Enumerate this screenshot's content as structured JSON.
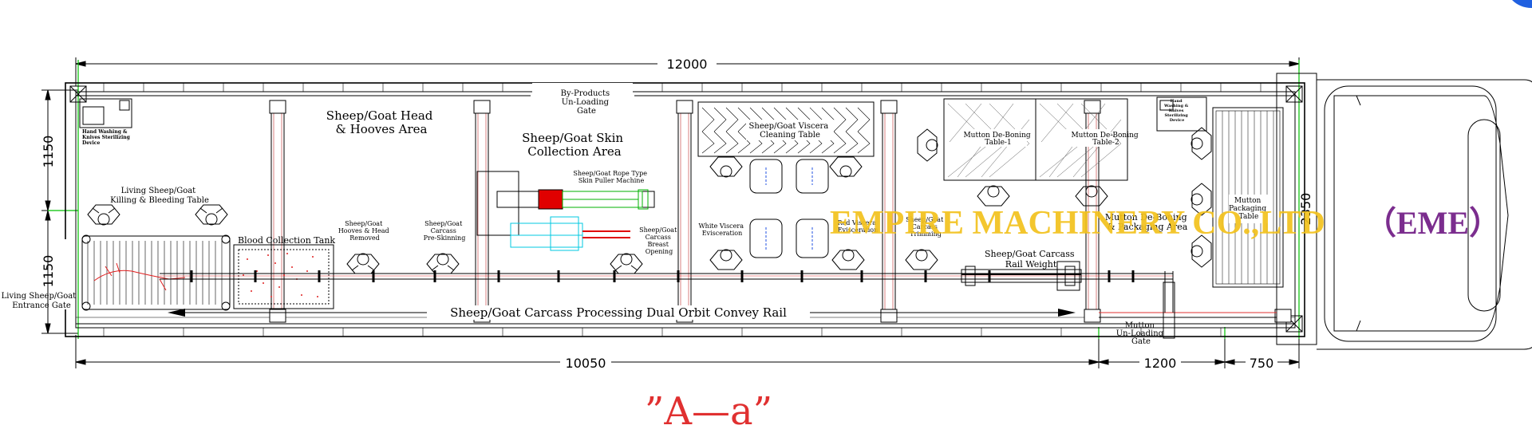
{
  "dimensions": {
    "top": "12000",
    "bottom_main": "10050",
    "bottom_mid": "1200",
    "bottom_right": "750",
    "left_upper": "1150",
    "left_lower": "1150",
    "right_side": "2350"
  },
  "areas": {
    "head_hooves_1": "Sheep/Goat Head",
    "head_hooves_2": "& Hooves Area",
    "skin_1": "Sheep/Goat Skin",
    "skin_2": "Collection Area",
    "byproducts_1": "By-Products",
    "byproducts_2": "Un-Loading",
    "byproducts_3": "Gate",
    "viscera_table_1": "Sheep/Goat Viscera",
    "viscera_table_2": "Cleaning Table",
    "deboning1_1": "Mutton De-Boning",
    "deboning1_2": "Table-1",
    "deboning2_1": "Mutton De-Boning",
    "deboning2_2": "Table-2",
    "sterilize_left_1": "Hand Washing &",
    "sterilize_left_2": "Knives Sterilizing",
    "sterilize_left_3": "Device",
    "sterilize_right_1": "Hand",
    "sterilize_right_2": "Washing &",
    "sterilize_right_3": "Knives",
    "sterilize_right_4": "Sterilizing",
    "sterilize_right_5": "Device",
    "packaging_table_1": "Mutton",
    "packaging_table_2": "Packaging",
    "packaging_table_3": "Table",
    "killing_1": "Living Sheep/Goat",
    "killing_2": "Killing & Bleeding Table",
    "blood_tank": "Blood Collection Tank",
    "hooves_removed_1": "Sheep/Goat",
    "hooves_removed_2": "Hooves & Head",
    "hooves_removed_3": "Removed",
    "preskinning_1": "Sheep/Goat",
    "preskinning_2": "Carcass",
    "preskinning_3": "Pre-Skinning",
    "skin_puller_1": "Sheep/Goat Rope Type",
    "skin_puller_2": "Skin Puller Machine",
    "breast_1": "Sheep/Goat",
    "breast_2": "Carcass",
    "breast_3": "Breast",
    "breast_4": "Opening",
    "white_viscera_1": "White Viscera",
    "white_viscera_2": "Evisceration",
    "red_viscera_1": "Red Viscera",
    "red_viscera_2": "Evisceration",
    "trimming_1": "Sheep/Goat",
    "trimming_2": "Carcass",
    "trimming_3": "Trimming",
    "rail_weight_1": "Sheep/Goat Carcass",
    "rail_weight_2": "Rail Weight",
    "packaging_area_1": "Mutton De-Boning",
    "packaging_area_2": "& Packaging Area",
    "entrance_1": "Living Sheep/Goat",
    "entrance_2": "Entrance Gate",
    "unloading_1": "Mutton",
    "unloading_2": "Un-Loading",
    "unloading_3": "Gate",
    "conveyor": "Sheep/Goat Carcass Processing Dual Orbit Convey Rail"
  },
  "watermark": {
    "company": "EMPIRE MACHINERY CO.,LTD",
    "abbr": "（EME）",
    "company_color": "#f2c11c",
    "abbr_color": "#7b2d8e"
  },
  "section_label": "”A—a”",
  "colors": {
    "line": "#000000",
    "section": "#e03030",
    "machine_red": "#e00000",
    "machine_green": "#00b000",
    "machine_cyan": "#00c8e0",
    "green_line": "#00c000",
    "corner_accent": "#2060e0"
  }
}
